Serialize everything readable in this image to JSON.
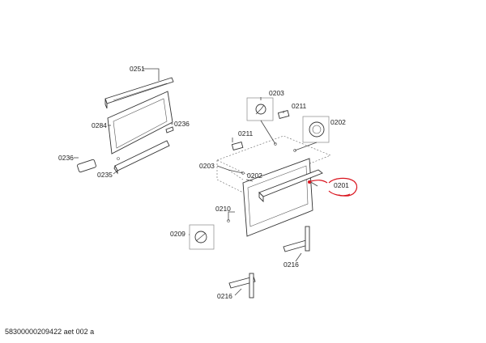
{
  "labels": {
    "p0251": "0251",
    "p0284": "0284",
    "p0236a": "0236",
    "p0236b": "0236",
    "p0235": "0235",
    "p0203a": "0203",
    "p0203b": "0203",
    "p0211a": "0211",
    "p0211b": "0211",
    "p0202a": "0202",
    "p0202b": "0202",
    "p0201": "0201",
    "p0210": "0210",
    "p0209": "0209",
    "p0216a": "0216",
    "p0216b": "0216"
  },
  "caption": "58300000209422 aet 002 a",
  "colors": {
    "highlight": "#d9141e",
    "ink": "#333333"
  }
}
